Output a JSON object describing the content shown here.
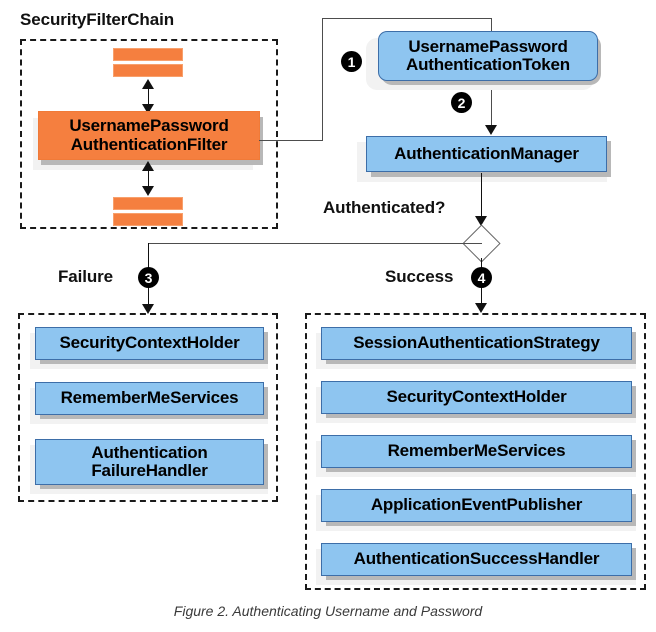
{
  "figure": {
    "caption": "Figure 2. Authenticating Username and Password"
  },
  "filter_chain": {
    "title": "SecurityFilterChain",
    "highlight_node": {
      "line1": "UsernamePassword",
      "line2": "AuthenticationFilter"
    },
    "filter_bars_above": 2,
    "filter_bars_below": 2
  },
  "flow": {
    "token_node": {
      "line1": "UsernamePassword",
      "line2": "AuthenticationToken"
    },
    "manager_node": {
      "label": "AuthenticationManager"
    },
    "decision_label": "Authenticated?",
    "badges": {
      "one": "❶",
      "two": "❷",
      "three": "❸",
      "four": "❹",
      "one_num": "1",
      "two_num": "2",
      "three_num": "3",
      "four_num": "4"
    }
  },
  "failure_branch": {
    "label": "Failure",
    "badge": "3",
    "nodes": [
      {
        "line1": "SecurityContextHolder",
        "line2": ""
      },
      {
        "line1": "RememberMeServices",
        "line2": ""
      },
      {
        "line1": "Authentication",
        "line2": "FailureHandler"
      }
    ]
  },
  "success_branch": {
    "label": "Success",
    "badge": "4",
    "nodes": [
      {
        "line1": "SessionAuthenticationStrategy",
        "line2": ""
      },
      {
        "line1": "SecurityContextHolder",
        "line2": ""
      },
      {
        "line1": "RememberMeServices",
        "line2": ""
      },
      {
        "line1": "ApplicationEventPublisher",
        "line2": ""
      },
      {
        "line1": "AuthenticationSuccessHandler",
        "line2": ""
      }
    ]
  },
  "colors": {
    "orange_fill": "#f57f3f",
    "blue_fill": "#8ec5f0",
    "blue_border": "#3d6ea8",
    "shadow": "#b8b8b8",
    "line": "#4d4d4d",
    "text": "#000000"
  }
}
